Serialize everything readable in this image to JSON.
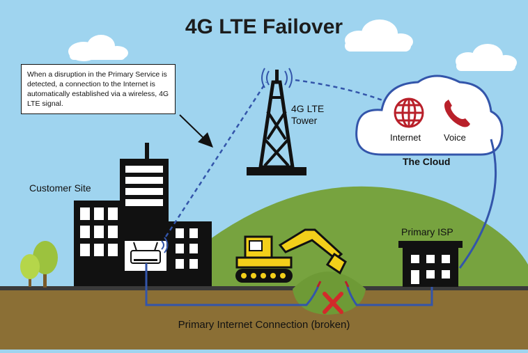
{
  "title": "4G LTE Failover",
  "callout_text": "When a disruption in the Primary Service is detected, a connection to the Internet is automatically established via a wireless, 4G LTE signal.",
  "tower_label_line1": "4G LTE",
  "tower_label_line2": "Tower",
  "customer_site_label": "Customer Site",
  "cloud": {
    "label": "The Cloud",
    "internet_label": "Internet",
    "voice_label": "Voice"
  },
  "primary_isp_label": "Primary ISP",
  "connection_label": "Primary Internet Connection (broken)",
  "icons": [
    "globe-icon",
    "phone-icon",
    "router-icon",
    "excavator-icon",
    "cell-tower-icon",
    "broken-x-icon"
  ],
  "colors": {
    "sky": "#9fd4ef",
    "hill": "#77a33f",
    "ground": "#8b6f35",
    "cable": "#3355aa",
    "accent_red": "#b9202a",
    "excavator": "#f3cf1a"
  }
}
